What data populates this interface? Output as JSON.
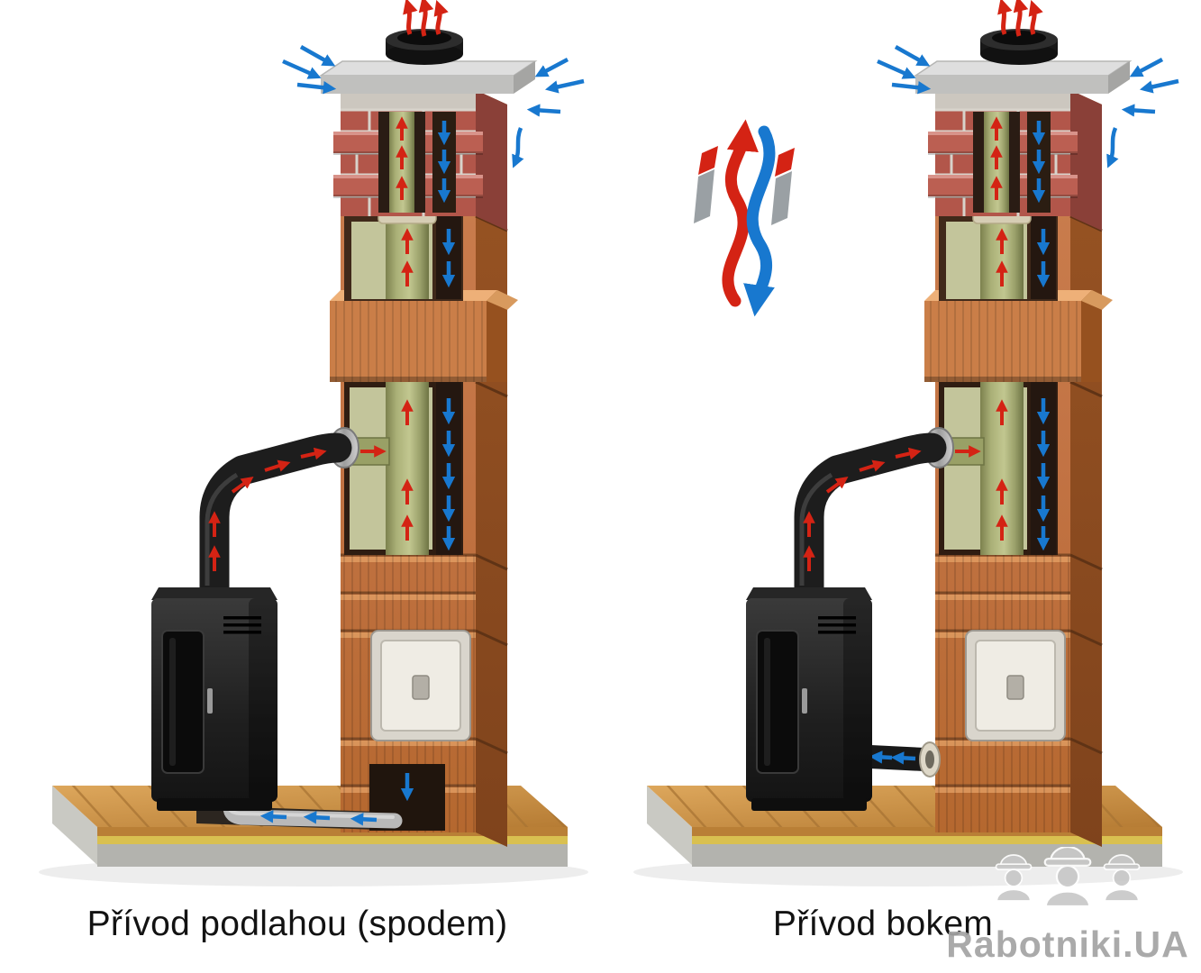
{
  "figures": [
    {
      "id": "floor-supply",
      "caption": "Přívod podlahou (spodem)"
    },
    {
      "id": "side-supply",
      "caption": "Přívod bokem"
    }
  ],
  "legend": {
    "exhaust_color": "#d42314",
    "intake_color": "#1878cf",
    "exhaust_icon": "red-up-arrow",
    "intake_icon": "blue-down-arrow"
  },
  "watermark": {
    "text": "Rabotniki.UA",
    "icon": "builders-icon"
  },
  "colors": {
    "block_orange": "#c27344",
    "brick_red": "#b2564a",
    "concrete_gray": "#c0c0be",
    "liner_olive": "#9aa06a",
    "insulation_green": "#c3c59b",
    "stove_black": "#1d1d1d",
    "wood_floor": "#cf9446",
    "steel_duct": "#b9b9b9"
  }
}
